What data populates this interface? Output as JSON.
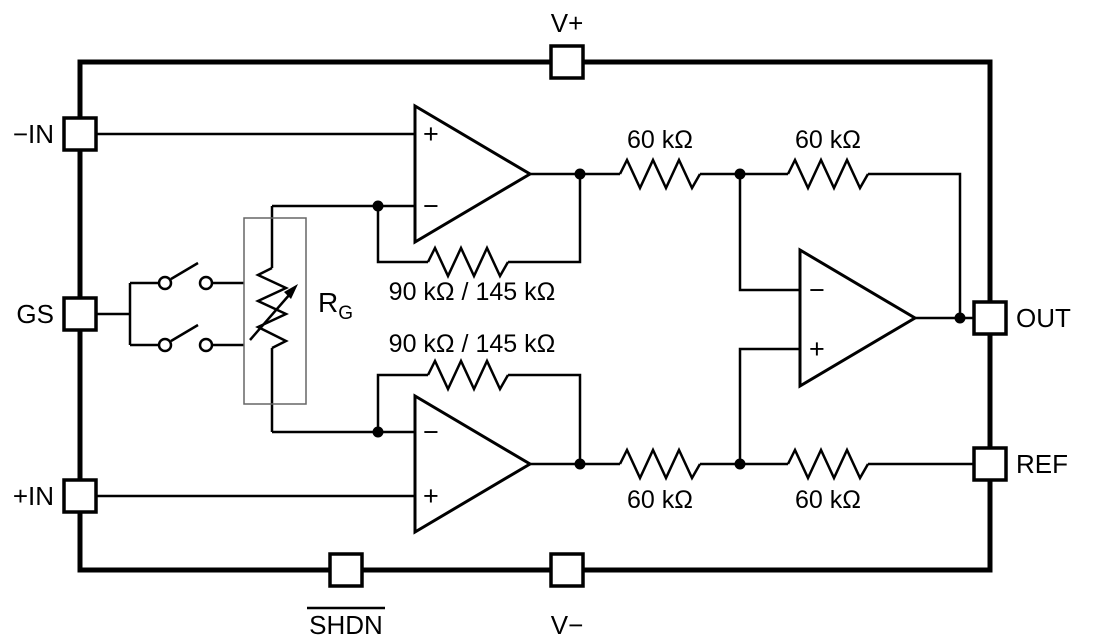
{
  "pins": {
    "vplus": {
      "label": "V+"
    },
    "minus_in": {
      "label": "−IN"
    },
    "gs": {
      "label": "GS"
    },
    "plus_in": {
      "label": "+IN"
    },
    "shdn": {
      "label": "SHDN"
    },
    "vminus": {
      "label": "V−"
    },
    "out": {
      "label": "OUT"
    },
    "ref": {
      "label": "REF"
    }
  },
  "resistors": {
    "top_left": "60 kΩ",
    "top_right": "60 kΩ",
    "bottom_left": "60 kΩ",
    "bottom_right": "60 kΩ",
    "feedback_top": "90 kΩ / 145 kΩ",
    "feedback_bottom": "90 kΩ / 145 kΩ"
  },
  "gain_resistor": {
    "symbol": "R",
    "subscript": "G"
  },
  "opamps": {
    "a1": {
      "noninverting": "+",
      "inverting": "−"
    },
    "a2": {
      "inverting": "−",
      "noninverting": "+"
    },
    "a3": {
      "inverting": "−",
      "noninverting": "+"
    }
  },
  "colors": {
    "line": "#000000",
    "background": "#ffffff",
    "gain_box": "#666666"
  }
}
